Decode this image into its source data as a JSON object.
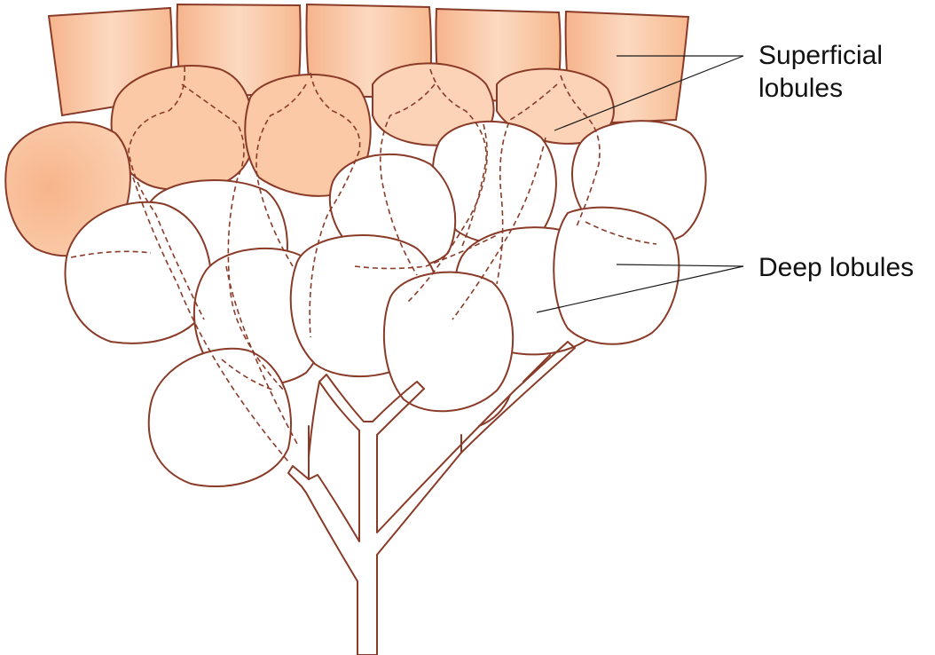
{
  "labels": {
    "superficial_line1": "Superficial",
    "superficial_line2": "lobules",
    "deep": "Deep lobules"
  },
  "colors": {
    "outline": "#8a3b28",
    "peach_light": "#fcd9c0",
    "peach_dark": "#f6b48c",
    "leader": "#1a1a1a"
  }
}
